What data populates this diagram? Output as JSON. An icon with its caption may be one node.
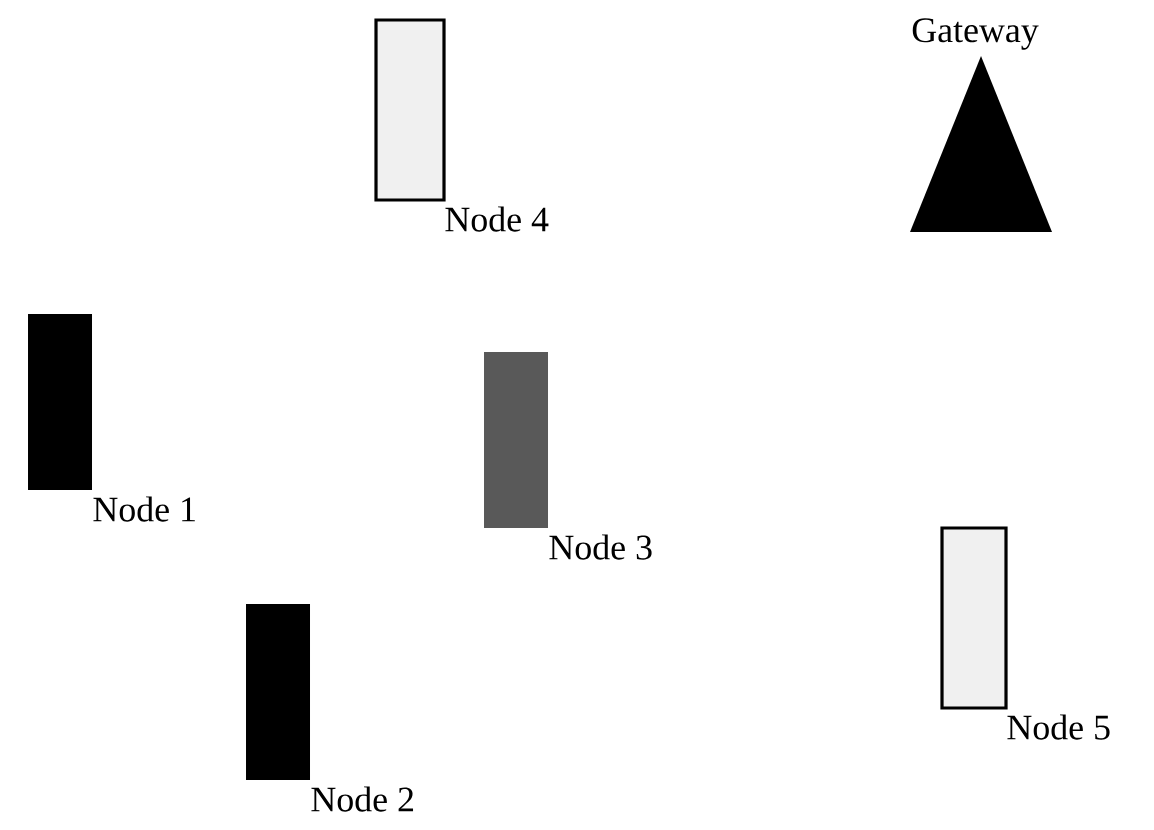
{
  "diagram": {
    "nodes": [
      {
        "text": [
          "Node 4"
        ]
      },
      {
        "text": [
          "Gateway"
        ]
      },
      {
        "text": [
          "Node 1"
        ]
      },
      {
        "text": [
          "Node 3"
        ]
      },
      {
        "text": [
          "Node 5"
        ]
      },
      {
        "text": [
          "Node 2"
        ]
      }
    ]
  }
}
